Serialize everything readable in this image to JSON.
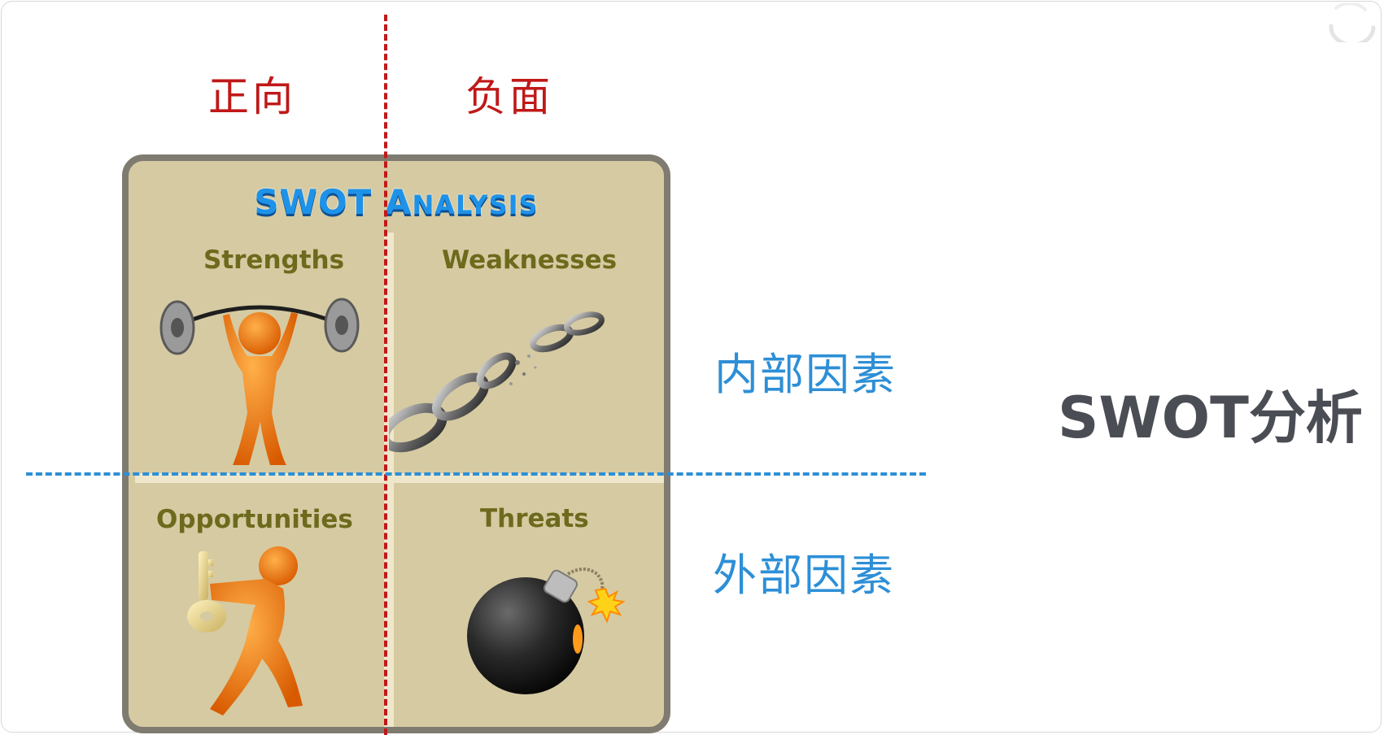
{
  "labels": {
    "positive": "正向",
    "negative": "负面",
    "internal": "内部因素",
    "external": "外部因素"
  },
  "page_title": "SWOT分析",
  "swot_panel": {
    "title_part1": "SWOT ",
    "title_part2": "A",
    "title_part3": "NALYSIS",
    "strengths": "Strengths",
    "weaknesses": "Weaknesses",
    "opportunities": "Opportunities",
    "threats": "Threats"
  },
  "colors": {
    "positive_negative_label": "#c01818",
    "internal_external_label": "#2d8fd6",
    "page_title": "#4b4d55",
    "panel_background": "#d6caa2",
    "panel_border": "#7f7b70",
    "quadrant_label": "#6d6a1d",
    "panel_title": "#1e92e8"
  },
  "icons": {
    "corner": "refresh-arc-icon",
    "strengths": "weightlifter-icon",
    "weaknesses": "broken-chain-icon",
    "opportunities": "person-with-key-icon",
    "threats": "bomb-icon"
  }
}
